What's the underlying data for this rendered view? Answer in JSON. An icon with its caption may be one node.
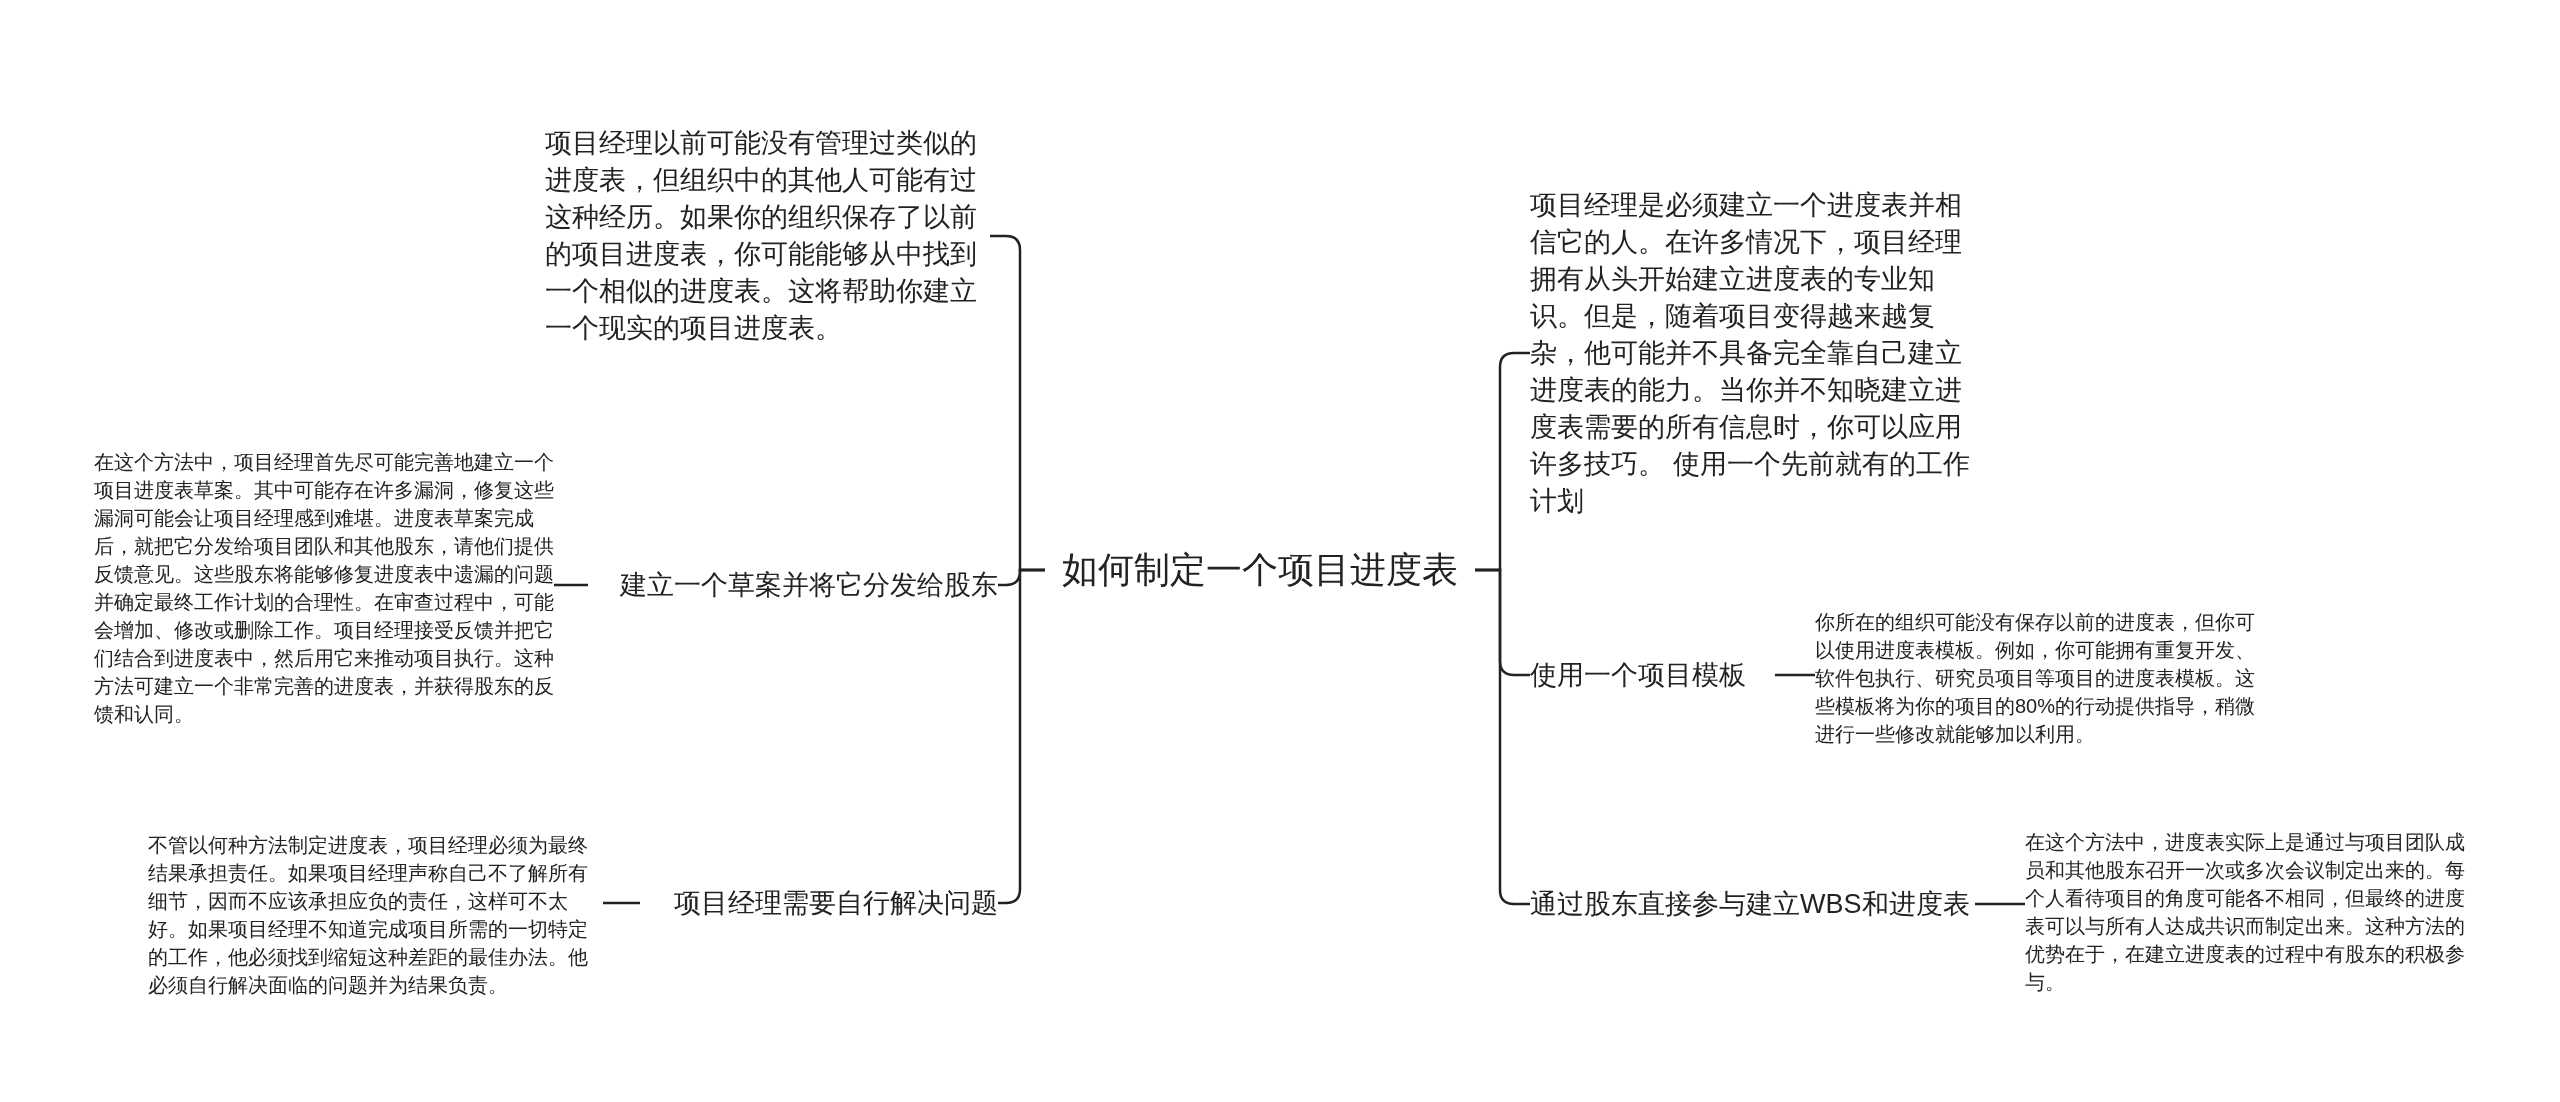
{
  "diagram": {
    "nodes": [
      {
        "text": [
          "如何制定一个项目进度表"
        ]
      },
      {
        "text": [
          "项目经理以前可能没有管理过类似的进度表，但组织中的其他人可能有过这种经历。如果你的组织保存了以前的项目进度表，你可能能够从中找到一个相似的进度表。这将帮助你建立一个现实的项目进度表。"
        ]
      },
      {
        "text": [
          "建立一个草案并将它分发给股东"
        ]
      },
      {
        "text": [
          "在这个方法中，项目经理首先尽可能完善地建立一个项目进度表草案。其中可能存在许多漏洞，修复这些漏洞可能会让项目经理感到难堪。进度表草案完成后，就把它分发给项目团队和其他股东，请他们提供反馈意见。这些股东将能够修复进度表中遗漏的问题并确定最终工作计划的合理性。在审查过程中，可能会增加、修改或删除工作。项目经理接受反馈并把它们结合到进度表中，然后用它来推动项目执行。这种方法可建立一个非常完善的进度表，并获得股东的反馈和认同。"
        ]
      },
      {
        "text": [
          "项目经理需要自行解决问题"
        ]
      },
      {
        "text": [
          "不管以何种方法制定进度表，项目经理必须为最终结果承担责任。如果项目经理声称自己不了解所有细节，因而不应该承担应负的责任，这样可不太好。如果项目经理不知道完成项目所需的一切特定的工作，他必须找到缩短这种差距的最佳办法。他必须自行解决面临的问题并为结果负责。"
        ]
      },
      {
        "text": [
          "项目经理是必须建立一个进度表并相信它的人。在许多情况下，项目经理拥有从头开始建立进度表的专业知识。但是，随着项目变得越来越复杂，他可能并不具备完全靠自己建立进度表的能力。当你并不知晓建立进度表需要的所有信息时，你可以应用许多技巧。 使用一个先前就有的工作计划"
        ]
      },
      {
        "text": [
          "使用一个项目模板"
        ]
      },
      {
        "text": [
          "你所在的组织可能没有保存以前的进度表，但你可以使用进度表模板。例如，你可能拥有重复开发、软件包执行、研究员项目等项目的进度表模板。这些模板将为你的项目的80%的行动提供指导，稍微进行一些修改就能够加以利用。"
        ]
      },
      {
        "text": [
          "通过股东直接参与建立WBS和进度表"
        ]
      },
      {
        "text": [
          "在这个方法中，进度表实际上是通过与项目团队成员和其他股东召开一次或多次会议制定出来的。每个人看待项目的角度可能各不相同，但最终的进度表可以与所有人达成共识而制定出来。这种方法的优势在于，在建立进度表的过程中有股东的积极参与。"
        ]
      }
    ],
    "edges": [
      {
        "from": 0,
        "to": 1,
        "arrow": "none"
      },
      {
        "from": 0,
        "to": 2,
        "arrow": "none"
      },
      {
        "from": 2,
        "to": 3,
        "arrow": "none"
      },
      {
        "from": 0,
        "to": 4,
        "arrow": "none"
      },
      {
        "from": 4,
        "to": 5,
        "arrow": "none"
      },
      {
        "from": 0,
        "to": 6,
        "arrow": "none"
      },
      {
        "from": 0,
        "to": 7,
        "arrow": "none"
      },
      {
        "from": 7,
        "to": 8,
        "arrow": "none"
      },
      {
        "from": 0,
        "to": 9,
        "arrow": "none"
      },
      {
        "from": 9,
        "to": 10,
        "arrow": "none"
      }
    ]
  }
}
